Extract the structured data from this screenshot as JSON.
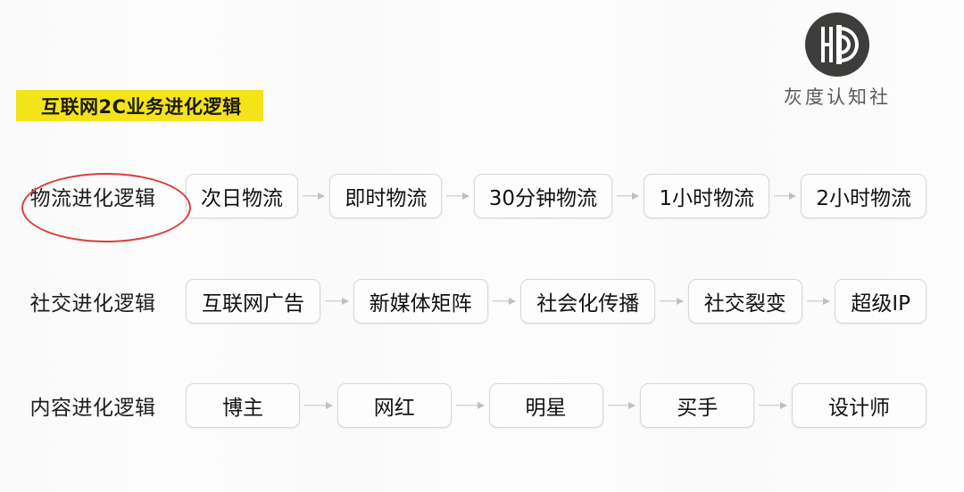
{
  "background_color": "#fbfbfb",
  "accent_colors": {
    "banner_yellow": "#f4e318",
    "highlight_red": "#dc3c3c",
    "logo_dark": "#3d3d3b",
    "node_border": "#d7d7d7",
    "arrow_gray": "#bfbfbf"
  },
  "logo": {
    "brand_name": "灰度认知社",
    "mark_letters": "HD"
  },
  "title": {
    "text": "互联网2C业务进化逻辑"
  },
  "rows": [
    {
      "id": "logistics",
      "label": "物流进化逻辑",
      "highlighted": true,
      "nodes": [
        "次日物流",
        "即时物流",
        "30分钟物流",
        "1小时物流",
        "2小时物流"
      ]
    },
    {
      "id": "social",
      "label": "社交进化逻辑",
      "highlighted": false,
      "nodes": [
        "互联网广告",
        "新媒体矩阵",
        "社会化传播",
        "社交裂变",
        "超级IP"
      ]
    },
    {
      "id": "content",
      "label": "内容进化逻辑",
      "highlighted": false,
      "nodes": [
        "博主",
        "网红",
        "明星",
        "买手",
        "设计师"
      ]
    }
  ]
}
